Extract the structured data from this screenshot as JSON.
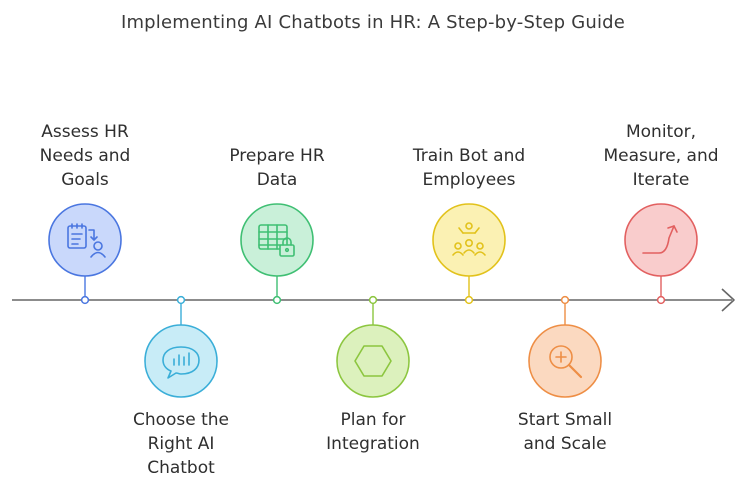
{
  "title": "Implementing AI Chatbots in HR: A Step-by-Step Guide",
  "steps": [
    {
      "lines": [
        "Assess HR",
        "Needs and",
        "Goals"
      ],
      "icon": "checklist-user-icon",
      "fill": "#c9d8fb",
      "stroke": "#4a76e0",
      "position": "above"
    },
    {
      "lines": [
        "Choose the",
        "Right AI",
        "Chatbot"
      ],
      "icon": "chat-bubble-chart-icon",
      "fill": "#c8ecf7",
      "stroke": "#3aaed8",
      "position": "below"
    },
    {
      "lines": [
        "Prepare HR",
        "Data"
      ],
      "icon": "table-lock-icon",
      "fill": "#c9f0d9",
      "stroke": "#3fbf73",
      "position": "above"
    },
    {
      "lines": [
        "Plan for",
        "Integration"
      ],
      "icon": "hexagon-icon",
      "fill": "#dcf1bd",
      "stroke": "#8cc63f",
      "position": "below"
    },
    {
      "lines": [
        "Train Bot and",
        "Employees"
      ],
      "icon": "team-training-icon",
      "fill": "#fbf1b3",
      "stroke": "#e2c21b",
      "position": "above"
    },
    {
      "lines": [
        "Start Small",
        "and Scale"
      ],
      "icon": "magnify-plus-icon",
      "fill": "#fbd9c0",
      "stroke": "#ee8e45",
      "position": "below"
    },
    {
      "lines": [
        "Monitor,",
        "Measure, and",
        "Iterate"
      ],
      "icon": "growth-curve-icon",
      "fill": "#f9cccc",
      "stroke": "#e26060",
      "position": "above"
    }
  ]
}
